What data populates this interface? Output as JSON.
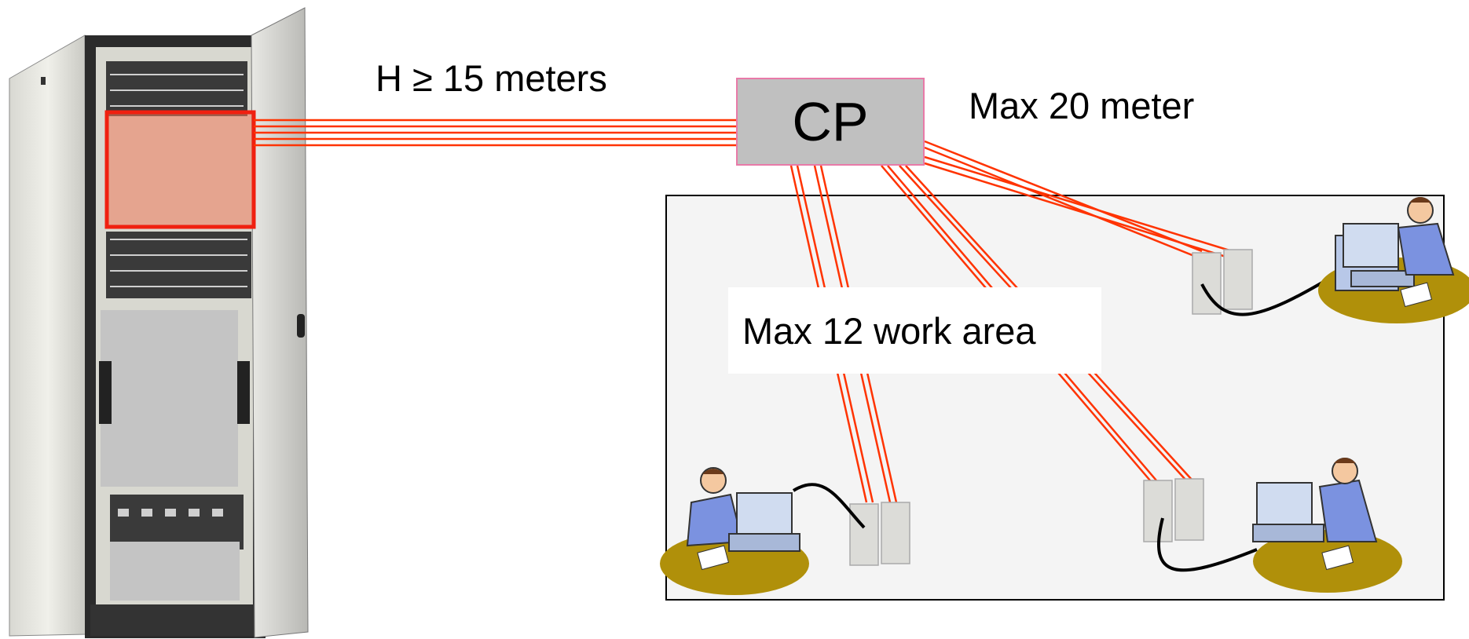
{
  "labels": {
    "height": "H ≥  15 meters",
    "cp": "CP",
    "max_cable": "Max 20 meter",
    "max_workarea": "Max 12 work area"
  },
  "colors": {
    "cable": "#ff3300",
    "cp_fill": "#c0c0c0",
    "cp_border": "#e87aa8",
    "highlight": "#f04020",
    "workarea_fill": "#f4f4f4",
    "cabinet": "#e6e6e0",
    "desk": "#b0900a",
    "person_shirt": "#7b92e0",
    "computer": "#b8c8e8"
  }
}
